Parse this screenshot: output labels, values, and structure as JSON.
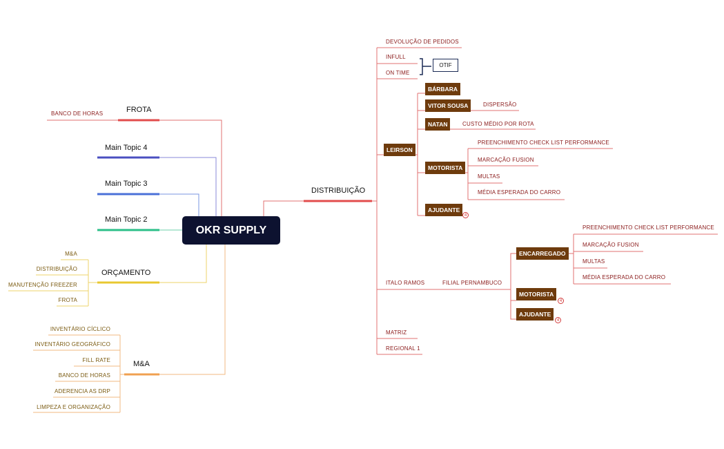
{
  "root": "OKR SUPPLY",
  "left": {
    "frota": {
      "label": "FROTA",
      "children": [
        "BANCO DE HORAS"
      ]
    },
    "main_topic_4": "Main Topic 4",
    "main_topic_3": "Main Topic 3",
    "main_topic_2": "Main Topic 2",
    "orcamento": {
      "label": "ORÇAMENTO",
      "children": [
        "M&A",
        "DISTRIBUIÇÃO",
        "MANUTENÇÃO FREEZER",
        "FROTA"
      ]
    },
    "ma": {
      "label": "M&A",
      "children": [
        "INVENTÁRIO CÍCLICO",
        "INVENTÁRIO GEOGRÁFICO",
        "FILL RATE",
        "BANCO DE HORAS",
        "ADERENCIA AS DRP",
        "LIMPEZA E ORGANIZAÇÃO"
      ]
    }
  },
  "distribuicao": {
    "label": "DISTRIBUIÇÃO",
    "devolucao": "DEVOLUÇÃO DE PEDIDOS",
    "infull": "INFULL",
    "on_time": "ON TIME",
    "otif": "OTIF",
    "leirson": {
      "label": "LEIRSON",
      "barbara": "BÁRBARA",
      "vitor": {
        "label": "VITOR SOUSA",
        "child": "DISPERSÃO"
      },
      "natan": {
        "label": "NATAN",
        "child": "CUSTO MÉDIO POR ROTA"
      },
      "motorista": {
        "label": "MOTORISTA",
        "children": [
          "PREENCHIMENTO CHECK  LIST PERFORMANCE",
          "MARCAÇÃO FUSION",
          "MULTAS",
          "MÉDIA ESPERADA  DO CARRO"
        ]
      },
      "ajudante": {
        "label": "AJUDANTE",
        "count": "4"
      }
    },
    "italo": {
      "label": "ITALO RAMOS",
      "filial": "FILIAL PERNAMBUCO",
      "encarregado": {
        "label": "ENCARREGADO",
        "children": [
          "PREENCHIMENTO CHECK  LIST PERFORMANCE",
          "MARCAÇÃO FUSION",
          "MULTAS",
          "MÉDIA ESPERADA  DO CARRO"
        ]
      },
      "motorista": {
        "label": "MOTORISTA",
        "count": "4"
      },
      "ajudante": {
        "label": "AJUDANTE",
        "count": "4"
      }
    },
    "matriz": "MATRIZ",
    "regional": "REGIONAL 1"
  },
  "colors": {
    "red": "#e24c4c",
    "blue_dark": "#4a4fc0",
    "blue": "#4a70d8",
    "green": "#2bbf88",
    "yellow": "#e8c830",
    "orange": "#f0a050",
    "root_bg": "#0d1230",
    "node_brown": "#6e3b0d"
  }
}
